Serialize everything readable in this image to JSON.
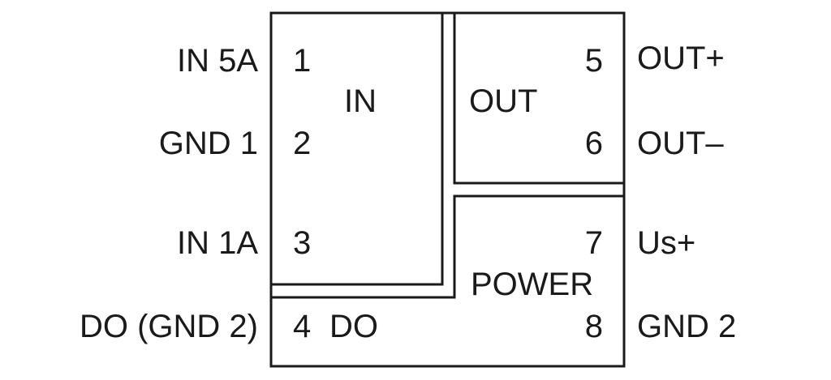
{
  "left_labels": [
    "IN 5A",
    "GND 1",
    "IN 1A",
    "DO (GND 2)"
  ],
  "right_labels": [
    "OUT+",
    "OUT–",
    "Us+",
    "GND 2"
  ],
  "pins": [
    "1",
    "2",
    "3",
    "4",
    "5",
    "6",
    "7",
    "8"
  ],
  "sections": [
    "IN",
    "OUT",
    "POWER",
    "DO"
  ],
  "colors": {
    "stroke": "#1a1a1a",
    "background": "#ffffff"
  }
}
